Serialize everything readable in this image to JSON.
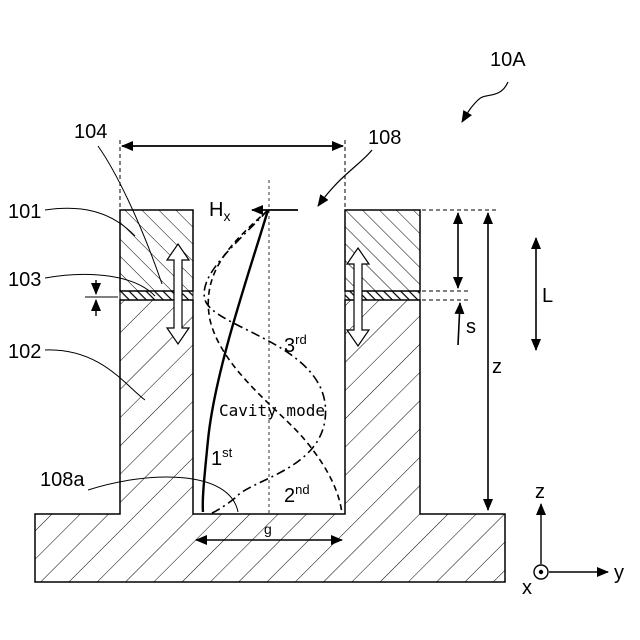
{
  "labels": {
    "figure_ref": "10A",
    "ref_104": "104",
    "ref_108": "108",
    "ref_101": "101",
    "ref_103": "103",
    "ref_102": "102",
    "ref_108a": "108a",
    "field_H": "H",
    "field_H_sub": "x",
    "cavity_mode": "Cavity mode",
    "mode_1_num": "1",
    "mode_1_sup": "st",
    "mode_2_num": "2",
    "mode_2_sup": "nd",
    "mode_3_num": "3",
    "mode_3_sup": "rd",
    "dim_L": "L",
    "dim_s": "s",
    "dim_z": "z",
    "dim_g": "g",
    "axis_z": "z",
    "axis_x": "x",
    "axis_y": "y"
  }
}
